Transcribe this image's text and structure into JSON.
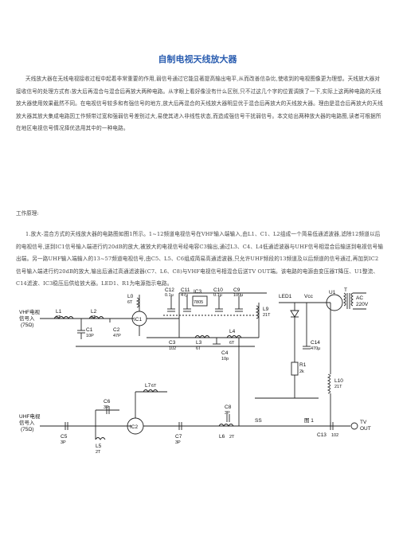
{
  "title": "自制电视天线放大器",
  "paragraphs": [
    "天线放大器在无线电视接收过程中起着非常重要的作用,弱信号通过它能显著提高输出电平,从而改善信杂比,使收到的电视图像更为理想。天线放大器对接收信号的处理方式有:放大后再混合与混合后再放大两种电路。从字眼上看好像没有什么区别,只不过这几个字的位置调换了一下,实际上这两种电路的天线放大器使用效果截然不同。在电视信号较多和有强信号的地方,放大后再混合的天线放大器明显优于混合后再放大的天线放大器。理由是混合后再放大的天线放大器其放大集成电路因工作频带过宽和强弱信号差别过大,易使其进入非线性状态,而造成强信号干扰弱信号。本文给出两种放大器的电路图,读者可根据所在地区电视信号情况择优选用其中的一种电路。",
    "1.放大-混合方式的天线放大器的电路图如图1所示。1~12频道电视信号在VHF输入端输入,由L1、C1、L2组成一个简易低通滤波器,滤除12频道以后的电视信号,送到IC1信号输入端进行约20dB的放大,被放大的电视信号经电容C3输出,通过L3、C4、L4低通滤波器与UHF信号相混合后输送到电视信号输出端。另一路UHF输入端输入的13~57频道电视信号,由C5、L5、C6组成简易高通滤波器,只允许UHF频段的13频道及以后频道的信号通过,再加到IC2信号输入端进行约20dB的放大,输出后通过高通滤波器(C7、L6、C8)与VHF电视信号相混合后送TV OUT端。该电路的电源由变压器T降压、U1整流、C14滤波、IC3稳压后供给放大器。LED1、R1为电源指示电路。"
  ],
  "heading": "工作原理:",
  "circuit": {
    "vhf_input": [
      "VHF电视",
      "信号入",
      "(75Ω)"
    ],
    "uhf_input": [
      "UHF电视",
      "信号入",
      "(75Ω)"
    ],
    "tv_out": [
      "TV",
      "OUT"
    ],
    "ac_label": [
      "AC",
      "220V"
    ],
    "fig_label": "图 1",
    "ss_label": "SS",
    "components": [
      {
        "name": "L1",
        "value": "6T"
      },
      {
        "name": "L2",
        "value": "6T"
      },
      {
        "name": "C1",
        "value": "10P"
      },
      {
        "name": "C2",
        "value": "47P"
      },
      {
        "name": "L0",
        "value": "6T"
      },
      {
        "name": "IC1",
        "value": ""
      },
      {
        "name": "C12",
        "value": "0.1μ"
      },
      {
        "name": "C11",
        "value": "47μ"
      },
      {
        "name": "IC3",
        "value": "7805"
      },
      {
        "name": "C10",
        "value": "0.1μ"
      },
      {
        "name": "C9",
        "value": "100μ"
      },
      {
        "name": "L9",
        "value": "21T"
      },
      {
        "name": "C3",
        "value": "102"
      },
      {
        "name": "L3",
        "value": "6T"
      },
      {
        "name": "C4",
        "value": "10p"
      },
      {
        "name": "L4",
        "value": "6T"
      },
      {
        "name": "C5",
        "value": "3P"
      },
      {
        "name": "C6",
        "value": "3P"
      },
      {
        "name": "L5",
        "value": "2T"
      },
      {
        "name": "IC2",
        "value": ""
      },
      {
        "name": "L7",
        "value": "6T"
      },
      {
        "name": "C7",
        "value": "3P"
      },
      {
        "name": "C8",
        "value": "3P"
      },
      {
        "name": "L6",
        "value": "2T"
      },
      {
        "name": "LED1",
        "value": ""
      },
      {
        "name": "Vcc",
        "value": ""
      },
      {
        "name": "C14",
        "value": "470μ"
      },
      {
        "name": "R1",
        "value": "2k"
      },
      {
        "name": "L10",
        "value": "21T"
      },
      {
        "name": "C13",
        "value": "102"
      },
      {
        "name": "U1",
        "value": ""
      },
      {
        "name": "T",
        "value": ""
      }
    ]
  }
}
